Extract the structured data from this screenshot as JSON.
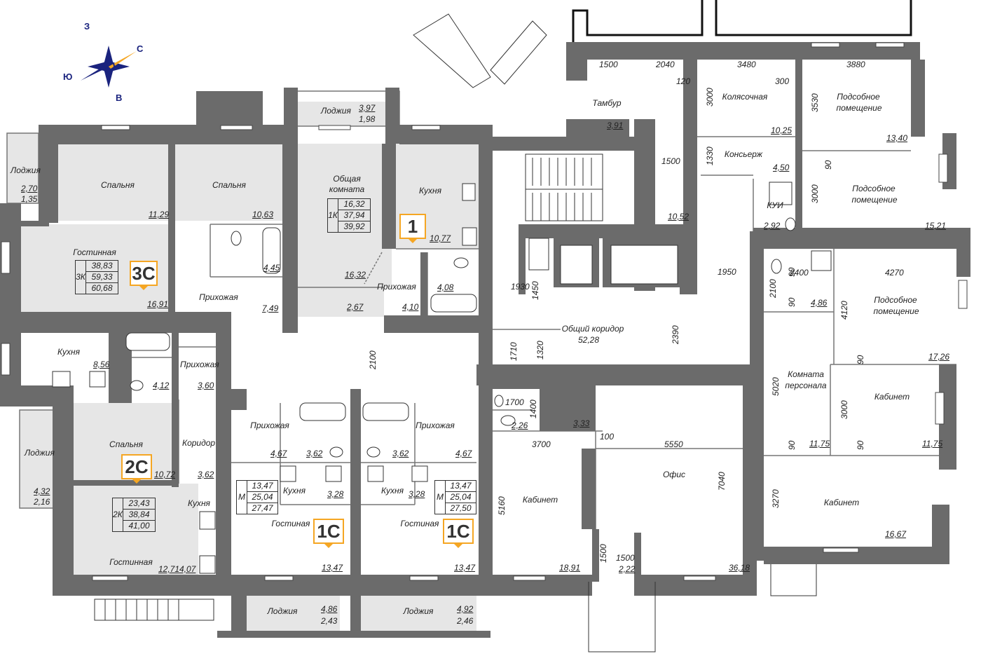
{
  "compass": {
    "n": "С",
    "s": "Ю",
    "e": "В",
    "w": "З"
  },
  "colors": {
    "wall": "#6b6b6b",
    "room_grey": "#e6e6e6",
    "room_white": "#ffffff",
    "badge": "#f5a623",
    "compass_blue": "#1a237e",
    "compass_orange": "#f5a623"
  },
  "badges": [
    {
      "id": "3C",
      "label": "3С"
    },
    {
      "id": "1",
      "label": "1"
    },
    {
      "id": "2C",
      "label": "2С"
    },
    {
      "id": "1C_left",
      "label": "1С"
    },
    {
      "id": "1C_right",
      "label": "1С"
    }
  ],
  "summaries": {
    "apt3c": {
      "type": "3К",
      "living": "38,83",
      "total": "59,33",
      "total_full": "60,68"
    },
    "apt1": {
      "type": "1К",
      "living": "16,32",
      "total": "37,94",
      "total_full": "39,92"
    },
    "apt2c": {
      "type": "2К",
      "living": "23,43",
      "total": "38,84",
      "total_full": "41,00"
    },
    "apt1c_left": {
      "type": "М",
      "living": "13,47",
      "total": "25,04",
      "total_full": "27,47"
    },
    "apt1c_right": {
      "type": "М",
      "living": "13,47",
      "total": "25,04",
      "total_full": "27,50"
    }
  },
  "labels": {
    "loggia_w_name": "Лоджия",
    "loggia_w_a1": "2,70",
    "loggia_w_a2": "1,35",
    "bedroom1_name": "Спальня",
    "bedroom1_area": "11,29",
    "bedroom2_name": "Спальня",
    "bedroom2_area": "10,63",
    "living3c_name": "Гостинная",
    "living3c_area": "16,91",
    "bath3c_area": "4,45",
    "hall3c_name": "Прихожая",
    "hall3c_area": "7,49",
    "kitchen3c_name": "Кухня",
    "kitchen3c_area": "8,56",
    "loggia_top_name": "Лоджия",
    "loggia_top_a1": "3,97",
    "loggia_top_a2": "1,98",
    "common_name_1": "Общая",
    "common_name_2": "комната",
    "common_area": "16,32",
    "kitchen1_name": "Кухня",
    "kitchen1_area": "10,77",
    "hall1_name": "Прихожая",
    "hall1_area": "4,10",
    "bath1_area": "4,08",
    "store1_area": "2,67",
    "bath2c_area": "4,12",
    "hall2c_name": "Прихожая",
    "hall2c_area": "3,60",
    "corridor2c_name": "Коридор",
    "corridor2c_area": "3,62",
    "bedroom2c_name": "Спальня",
    "bedroom2c_area": "10,72",
    "kitchen2c_name": "Кухня",
    "kitchen2c_area": "4,07",
    "living2c_name": "Гостинная",
    "living2c_area": "12,71",
    "loggia_sw_name": "Лоджия",
    "loggia_sw_a1": "4,32",
    "loggia_sw_a2": "2,16",
    "hall1cl_name": "Прихожая",
    "hall1cl_area": "4,67",
    "bath1cl_area": "3,62",
    "kitchen1cl_name": "Кухня",
    "kitchen1cl_area": "3,28",
    "living1cl_name": "Гостиная",
    "living1cl_area": "13,47",
    "loggia1cl_name": "Лоджия",
    "loggia1cl_a1": "4,86",
    "loggia1cl_a2": "2,43",
    "hall1cr_name": "Прихожая",
    "hall1cr_area": "4,67",
    "bath1cr_area": "3,62",
    "kitchen1cr_name": "Кухня",
    "kitchen1cr_area": "3,28",
    "living1cr_name": "Гостиная",
    "living1cr_area": "13,47",
    "loggia1cr_name": "Лоджия",
    "loggia1cr_a1": "4,92",
    "loggia1cr_a2": "2,46",
    "corridor_name": "Общий коридор",
    "corridor_area": "52,28",
    "tambur_name": "Тамбур",
    "tambur_area": "3,91",
    "stroller_name": "Колясочная",
    "stroller_area": "10,25",
    "concierge_name": "Консьерж",
    "concierge_area": "4,50",
    "aux1_name_1": "Подсобное",
    "aux1_name_2": "помещение",
    "aux1_area": "13,40",
    "aux2_name_1": "Подсобное",
    "aux2_name_2": "помещение",
    "aux2_area": "15,21",
    "kui_name": "КУИ",
    "kui_area": "2,92",
    "lobby_area": "10,52",
    "wc_r_area": "4,86",
    "aux3_name_1": "Подсобное",
    "aux3_name_2": "помещение",
    "aux3_area": "17,26",
    "staff_name_1": "Комната",
    "staff_name_2": "персонала",
    "staff_area": "11,75",
    "cab_r1_name": "Кабинет",
    "cab_r1_area": "11,75",
    "cab_r2_name": "Кабинет",
    "cab_r2_area": "16,67",
    "wc_s_area": "2,26",
    "store_s_area": "3,33",
    "cab_l_name": "Кабинет",
    "cab_l_area": "18,91",
    "office_name": "Офис",
    "office_area": "36,18",
    "vest_s_area": "2,22"
  },
  "dims": {
    "d1500a": "1500",
    "d2040": "2040",
    "d3480": "3480",
    "d3880": "3880",
    "d120": "120",
    "d300": "300",
    "d3000a": "3000",
    "d3530": "3530",
    "d1330": "1330",
    "d1500b": "1500",
    "d90a": "90",
    "d3000b": "3000",
    "d1950": "1950",
    "d2400": "2400",
    "d4270": "4270",
    "d2100a": "2100",
    "d90b": "90",
    "d4120": "4120",
    "d1930": "1930",
    "d1450": "1450",
    "d2390": "2390",
    "d2100b": "2100",
    "d1710": "1710",
    "d1320": "1320",
    "d90c": "90",
    "d5020": "5020",
    "d3000c": "3000",
    "d90d": "90",
    "d90e": "90",
    "d90f": "90",
    "d1700": "1700",
    "d1400": "1400",
    "d100": "100",
    "d3700": "3700",
    "d5550": "5550",
    "d5160": "5160",
    "d7040": "7040",
    "d3270": "3270",
    "d1500c": "1500",
    "d1500d": "1500"
  }
}
